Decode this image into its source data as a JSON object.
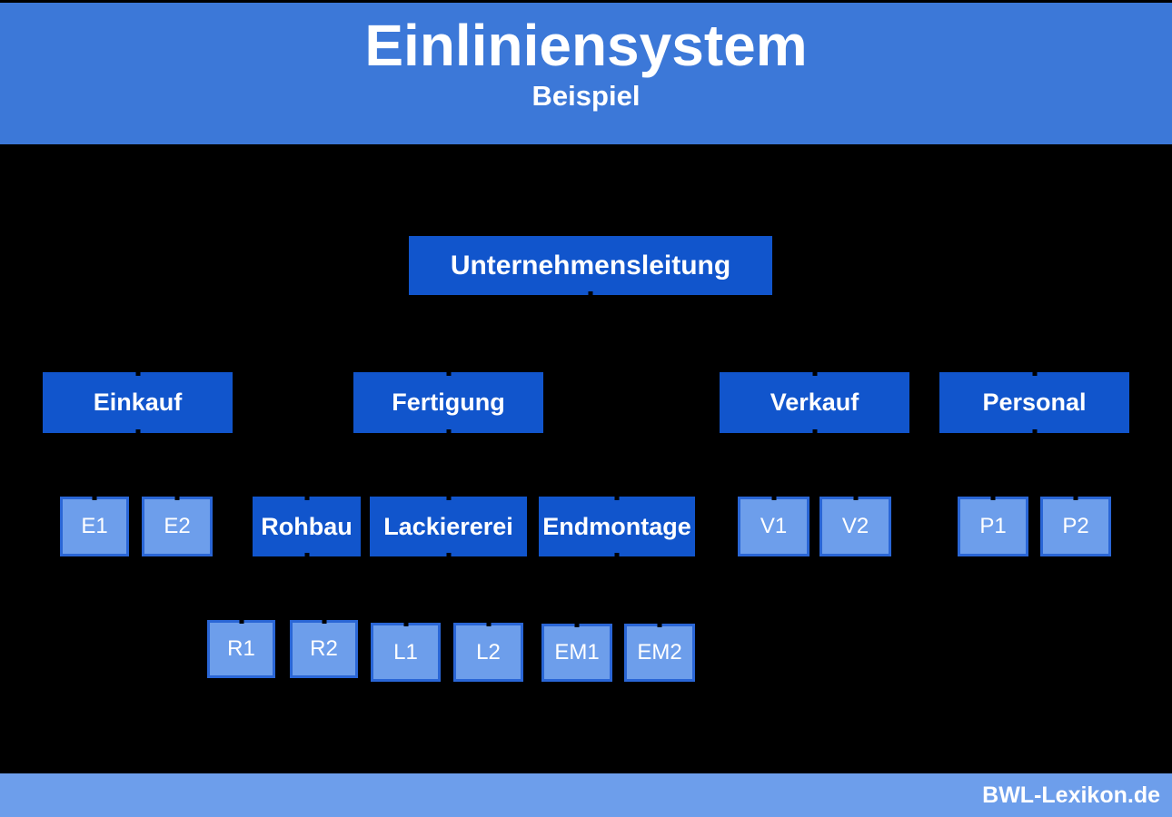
{
  "header": {
    "title": "Einliniensystem",
    "subtitle": "Beispiel"
  },
  "org_chart": {
    "root": {
      "label": "Unternehmensleitung",
      "children": [
        {
          "label": "Einkauf",
          "children": [
            {
              "label": "E1"
            },
            {
              "label": "E2"
            }
          ]
        },
        {
          "label": "Fertigung",
          "children": [
            {
              "label": "Rohbau",
              "children": [
                {
                  "label": "R1"
                },
                {
                  "label": "R2"
                }
              ]
            },
            {
              "label": "Lackiererei",
              "children": [
                {
                  "label": "L1"
                },
                {
                  "label": "L2"
                }
              ]
            },
            {
              "label": "Endmontage",
              "children": [
                {
                  "label": "EM1"
                },
                {
                  "label": "EM2"
                }
              ]
            }
          ]
        },
        {
          "label": "Verkauf",
          "children": [
            {
              "label": "V1"
            },
            {
              "label": "V2"
            }
          ]
        },
        {
          "label": "Personal",
          "children": [
            {
              "label": "P1"
            },
            {
              "label": "P2"
            }
          ]
        }
      ]
    }
  },
  "footer": {
    "brand": "BWL-Lexikon.de"
  },
  "colors": {
    "background": "#000000",
    "header_bg": "#3c78d8",
    "dark_box": "#1155cc",
    "light_box_fill": "#6d9eeb",
    "light_box_border": "#2a66d6",
    "footer_bg": "#6d9eeb",
    "text": "#ffffff"
  }
}
